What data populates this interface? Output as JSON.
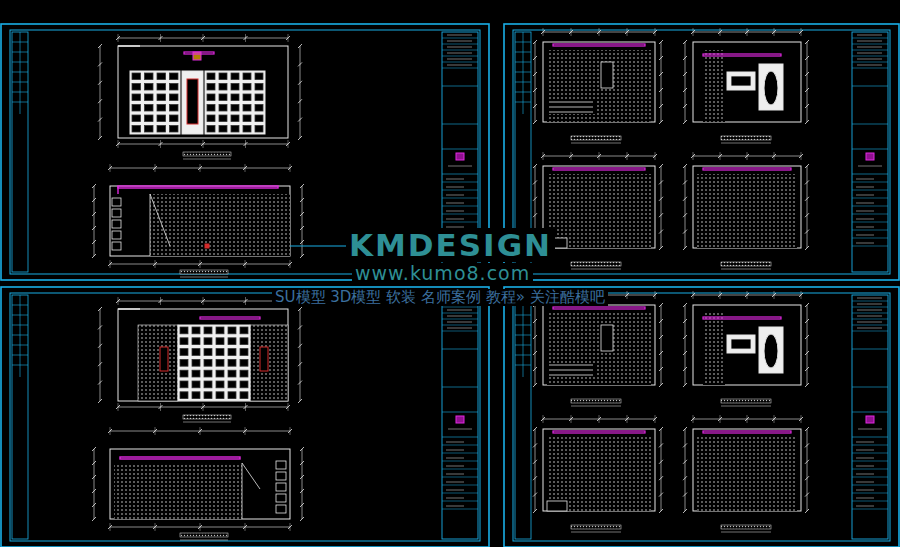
{
  "diagram": {
    "labels": [
      "KMDESIGN",
      "www.kumo8.com",
      "SU模型 3D模型 软装 名师案例 教程» 关注酷模吧"
    ]
  }
}
